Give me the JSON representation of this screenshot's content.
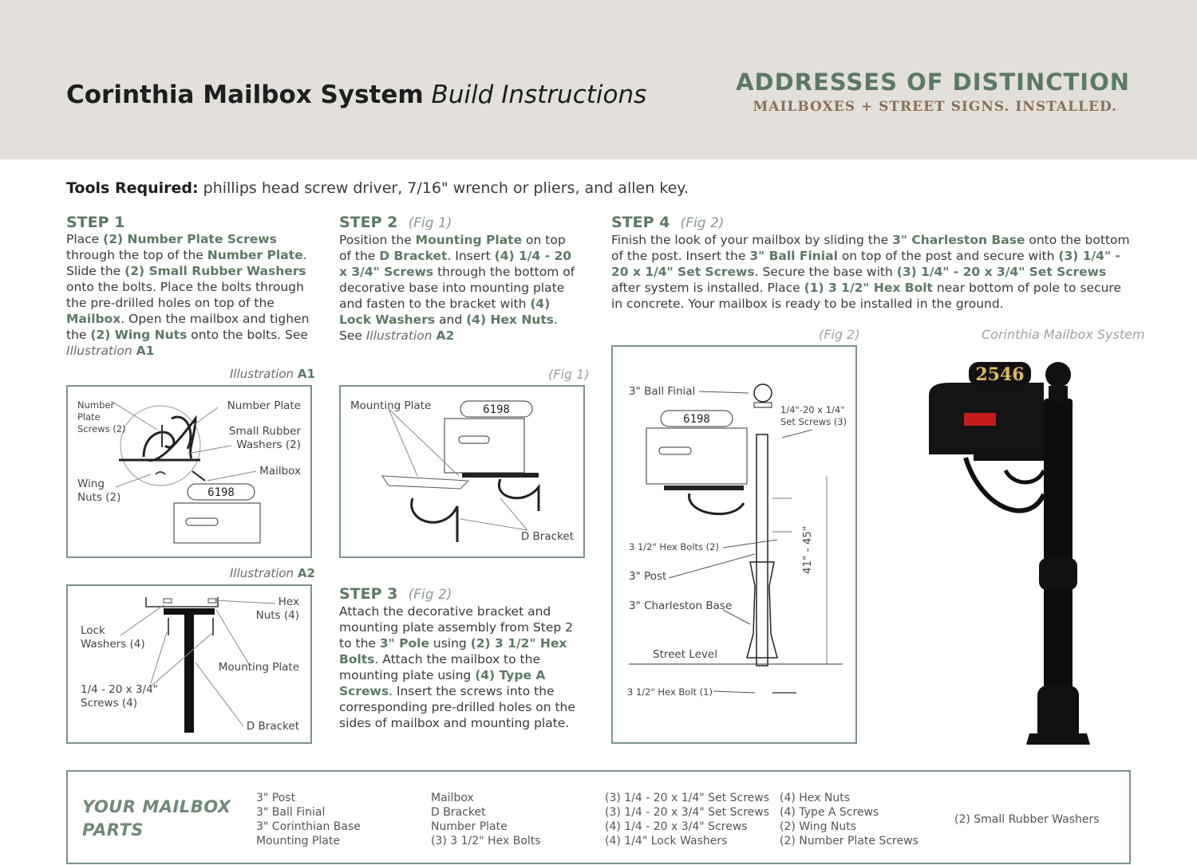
{
  "header": {
    "title_bold": "Corinthia Mailbox System",
    "title_italic": "Build Instructions",
    "brand_line1": "ADDRESSES OF DISTINCTION",
    "brand_line2": "MAILBOXES + STREET SIGNS. INSTALLED."
  },
  "tools": {
    "label": "Tools Required:",
    "text": " phillips head screw driver, 7/16\" wrench or pliers, and allen key."
  },
  "step1": {
    "title": "STEP 1",
    "t1": "Place ",
    "h1": "(2) Number Plate Screws",
    "t2": " through the top of the ",
    "h2": "Number Plate",
    "t3": ". Slide the ",
    "h3": "(2) Small Rubber Washers",
    "t4": " onto the bolts. Place the bolts through the pre-drilled holes on top of the ",
    "h4": "Mailbox",
    "t5": ". Open the mailbox and tighen the ",
    "h5": "(2) Wing Nuts",
    "t6": " onto the bolts. See ",
    "ill": "Illustration",
    "ill_id": "A1"
  },
  "step2": {
    "title": "STEP 2",
    "fig": "(Fig 1)",
    "t1": "Position the ",
    "h1": "Mounting Plate",
    "t2": " on top of the ",
    "h2": "D Bracket",
    "t3": ". Insert ",
    "h3": "(4) 1/4 - 20 x 3/4\" Screws",
    "t4": " through the bottom of decorative base into mounting plate and fasten  to the bracket with ",
    "h4": "(4) Lock Washers",
    "t5": " and ",
    "h5": "(4) Hex Nuts",
    "t6": ". See ",
    "ill": "Illustration",
    "ill_id": "A2"
  },
  "step3": {
    "title": "STEP 3",
    "fig": "(Fig 2)",
    "t1": "Attach the decorative bracket and mounting plate assembly from Step 2 to the ",
    "h1": "3\" Pole",
    "t2": " using ",
    "h2": "(2) 3 1/2\" Hex Bolts",
    "t3": ". Attach the mailbox to the mounting plate using ",
    "h3": "(4) Type A Screws",
    "t4": ". Insert the screws into the corresponding pre-drilled holes on the sides of mailbox and mounting plate."
  },
  "step4": {
    "title": "STEP 4",
    "fig": "(Fig 2)",
    "t1": "Finish the look of your mailbox by sliding the ",
    "h1": "3\" Charleston Base",
    "t2": " onto the bottom of the post. Insert the ",
    "h2": "3\" Ball Finial",
    "t3": " on top of the post and secure with ",
    "h3": "(3) 1/4\" - 20 x 1/4\" Set Screws",
    "t4": ". Secure the base with ",
    "h4": "(3) 1/4\" - 20 x 3/4\" Set Screws",
    "t5": " after system is installed. Place ",
    "h5": "(1) 3 1/2\" Hex Bolt",
    "t6": " near bottom of pole to secure in concrete. Your mailbox is ready to be installed in the ground."
  },
  "captions": {
    "a1_text": "Illustration",
    "a1_id": "A1",
    "a2_text": "Illustration",
    "a2_id": "A2",
    "fig1": "(Fig 1)",
    "fig2": "(Fig 2)",
    "photo": "Corinthia Mailbox System"
  },
  "a1": {
    "number_plate_screws": "Number Plate Screws (2)",
    "number_plate": "Number Plate",
    "small_rubber_washers": "Small Rubber Washers (2)",
    "mailbox": "Mailbox",
    "wing_nuts": "Wing Nuts (2)",
    "plate_number": "6198"
  },
  "a2": {
    "hex_nuts": "Hex Nuts (4)",
    "lock_washers": "Lock Washers (4)",
    "mounting_plate": "Mounting Plate",
    "screws": "1/4 - 20 x 3/4\" Screws (4)",
    "d_bracket": "D Bracket"
  },
  "fig1": {
    "mounting_plate": "Mounting Plate",
    "d_bracket": "D Bracket",
    "plate_number": "6198"
  },
  "fig2": {
    "ball_finial": "3\" Ball Finial",
    "set_screws": "1/4\"-20 x 1/4\" Set Screws (3)",
    "hex_bolts": "3 1/2\" Hex Bolts (2)",
    "post": "3\" Post",
    "charleston_base": "3\" Charleston Base",
    "street_level": "Street Level",
    "hex_bolt": "3 1/2\" Hex Bolt (1)",
    "height": "41\" - 45\"",
    "plate_number": "6198"
  },
  "photo": {
    "plate_number": "2546"
  },
  "parts": {
    "title_line1": "YOUR MAILBOX",
    "title_line2": "PARTS",
    "col1": [
      "3\" Post",
      "3\" Ball Finial",
      "3\" Corinthian Base",
      "Mounting Plate"
    ],
    "col2": [
      "Mailbox",
      "D Bracket",
      "Number Plate",
      "(3) 3 1/2\" Hex Bolts"
    ],
    "col3": [
      "(3) 1/4 - 20 x 1/4\" Set Screws",
      "(3) 1/4 - 20 x 3/4\" Set Screws",
      "(4) 1/4 - 20 x 3/4\" Screws",
      "(4) 1/4\" Lock Washers"
    ],
    "col4": [
      "(4) Hex Nuts",
      "(4) Type A Screws",
      "(2) Wing Nuts",
      "(2) Number Plate Screws"
    ],
    "col5": [
      "(2) Small Rubber Washers"
    ]
  },
  "colors": {
    "header_bg": "#e3e0db",
    "accent_green": "#5b7a63",
    "brand_brown": "#8a6f58",
    "box_border": "#7a9484"
  }
}
